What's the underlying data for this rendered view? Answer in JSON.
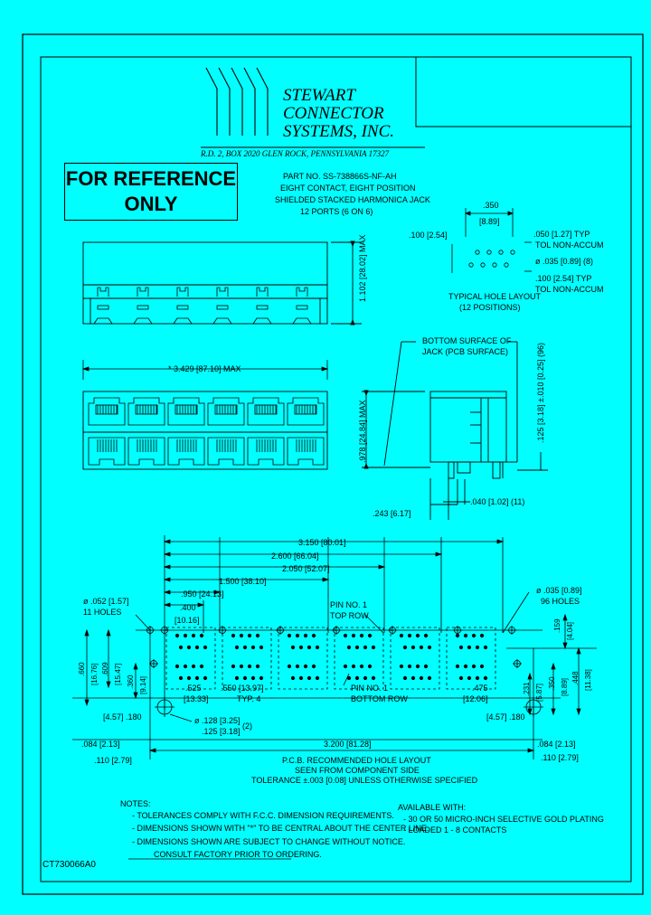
{
  "company": {
    "name_lines": [
      "STEWART",
      "CONNECTOR",
      "SYSTEMS,  INC."
    ],
    "address": "R.D. 2, BOX 2020   GLEN ROCK, PENNSYLVANIA   17327"
  },
  "reference_banner": [
    "FOR REFERENCE",
    "ONLY"
  ],
  "part_info": [
    "PART NO. SS-738866S-NF-AH",
    "EIGHT CONTACT, EIGHT POSITION",
    "SHIELDED STACKED HARMONICA JACK",
    "12 PORTS (6 ON 6)"
  ],
  "hole_layout": {
    "dim_350": ".350",
    "dim_350_mm": "[8.89]",
    "dim_100_left": ".100 [2.54]",
    "dim_050": ".050 [1.27] TYP",
    "tol_1": "TOL NON-ACCUM",
    "dim_dia_035": "ø .035 [0.89] (8)",
    "dim_100_typ": ".100 [2.54] TYP",
    "tol_2": "TOL NON-ACCUM",
    "caption_1": "TYPICAL HOLE LAYOUT",
    "caption_2": "(12 POSITIONS)"
  },
  "front_view": {
    "height_dim": "1.102 [28.02] MAX",
    "width_dim": "* 3.429 [87.10] MAX"
  },
  "side_view": {
    "bottom_surface_1": "BOTTOM SURFACE OF",
    "bottom_surface_2": "JACK (PCB SURFACE)",
    "height_978": ".978 [24.84] MAX",
    "dim_125": ".125 [3.18] ±.010 [0.25] (96)",
    "dim_243": ".243 [6.17]",
    "dim_040": ".040 [1.02] (11)"
  },
  "pcb_layout": {
    "dims_top": [
      [
        "3.150 [80.01]"
      ],
      [
        "2.600 [66.04]"
      ],
      [
        "2.050 [52.07]"
      ],
      [
        "1.500 [38.10]"
      ],
      [
        ".950 [24.13]"
      ]
    ],
    "dim_400": ".400",
    "dim_400_mm": "[10.16]",
    "dia_052": "ø .052 [1.57]",
    "holes_11": "11 HOLES",
    "dia_035": "ø .035 [0.89]",
    "holes_96": "96 HOLES",
    "pin1_top": "PIN NO. 1",
    "top_row": "TOP ROW",
    "pin1_bottom": "PIN NO. 1",
    "bottom_row": "BOTTOM ROW",
    "dim_159": ".159",
    "dim_159_mm": "[4.04]",
    "dim_660": ".660",
    "dim_660_mm": "[16.76]",
    "dim_609": ".609",
    "dim_609_mm": "[15.47]",
    "dim_360": ".360",
    "dim_360_mm": "[9.14]",
    "dim_231": ".231",
    "dim_231_mm": "[5.87]",
    "dim_350": ".350",
    "dim_350_mm": "[8.89]",
    "dim_448": ".448",
    "dim_448_mm": "[11.38]",
    "dim_525": ".525",
    "dim_525_mm": "[13.33]",
    "dim_550": ".550 [13.97]",
    "typ4": "TYP. 4",
    "dim_475": ".475",
    "dim_475_mm": "[12.06]",
    "dim_180_l": "[4.57]  .180",
    "dim_180_r": "[4.57]  .180",
    "dia_128": "ø .128 [3.25]",
    "dia_125": ".125 [3.18]",
    "dia_count": "(2)",
    "dim_084_l": ".084 [2.13]",
    "dim_084_r": ".084 [2.13]",
    "dim_3200": "3.200 [81.28]",
    "dim_110_l": ".110 [2.79]",
    "dim_110_r": ".110 [2.79]",
    "caption": [
      "P.C.B. RECOMMENDED HOLE LAYOUT",
      "SEEN FROM COMPONENT SIDE",
      "TOLERANCE ±.003 [0.08] UNLESS OTHERWISE SPECIFIED"
    ]
  },
  "notes": {
    "title": "NOTES:",
    "items": [
      "- TOLERANCES COMPLY WITH F.C.C. DIMENSION REQUIREMENTS.",
      "- DIMENSIONS SHOWN WITH \"*\" TO BE CENTRAL ABOUT THE CENTER LINE.",
      "- DIMENSIONS SHOWN ARE SUBJECT TO CHANGE WITHOUT NOTICE.",
      "CONSULT FACTORY PRIOR TO ORDERING."
    ]
  },
  "available": {
    "title": "AVAILABLE WITH:",
    "items": [
      "- 30 OR 50 MICRO-INCH SELECTIVE GOLD PLATING",
      "- LOADED  1 - 8 CONTACTS"
    ]
  },
  "drawing_number": "CT730066A0",
  "colors": {
    "background": "#00ffff",
    "ink": "#000000"
  }
}
